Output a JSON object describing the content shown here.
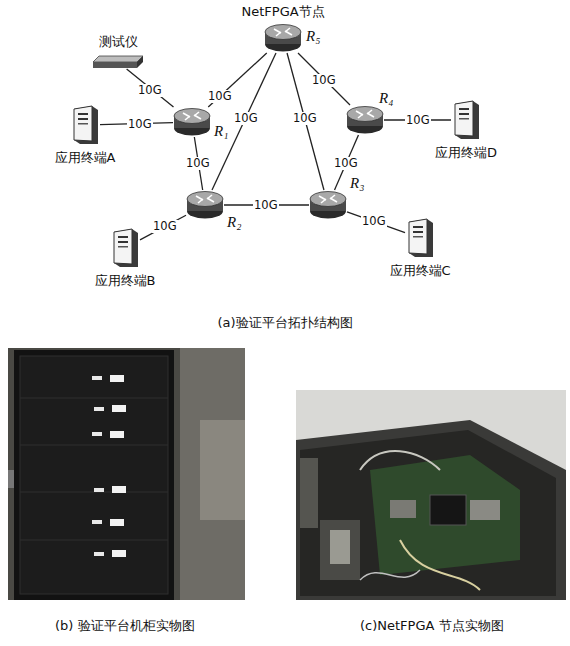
{
  "diagram": {
    "nodes": [
      {
        "text": [
          "测试仪"
        ]
      },
      {
        "text": [
          "NetFPGA节点",
          "R₅"
        ]
      },
      {
        "text": [
          "R₁"
        ]
      },
      {
        "text": [
          "应用终端A"
        ]
      },
      {
        "text": [
          "R₄"
        ]
      },
      {
        "text": [
          "应用终端D"
        ]
      },
      {
        "text": [
          "R₂"
        ]
      },
      {
        "text": [
          "R₃"
        ]
      },
      {
        "text": [
          "应用终端B"
        ]
      },
      {
        "text": [
          "应用终端C"
        ]
      }
    ],
    "edges": [
      {
        "from": 0,
        "to": 2,
        "arrow": "none",
        "label": "10G"
      },
      {
        "from": 3,
        "to": 2,
        "arrow": "none",
        "label": "10G"
      },
      {
        "from": 2,
        "to": 1,
        "arrow": "none",
        "label": "10G"
      },
      {
        "from": 2,
        "to": 6,
        "arrow": "none",
        "label": "10G"
      },
      {
        "from": 6,
        "to": 1,
        "arrow": "none",
        "label": "10G"
      },
      {
        "from": 7,
        "to": 1,
        "arrow": "none",
        "label": "10G"
      },
      {
        "from": 1,
        "to": 4,
        "arrow": "none",
        "label": "10G"
      },
      {
        "from": 4,
        "to": 5,
        "arrow": "none",
        "label": "10G"
      },
      {
        "from": 4,
        "to": 7,
        "arrow": "none",
        "label": "10G"
      },
      {
        "from": 6,
        "to": 7,
        "arrow": "none",
        "label": "10G"
      },
      {
        "from": 8,
        "to": 6,
        "arrow": "none",
        "label": "10G"
      },
      {
        "from": 9,
        "to": 7,
        "arrow": "none",
        "label": "10G"
      }
    ],
    "labels": [
      "(a)验证平台拓扑结构图",
      "(b) 验证平台机柜实物图",
      "(c)NetFPGA 节点实物图"
    ]
  }
}
